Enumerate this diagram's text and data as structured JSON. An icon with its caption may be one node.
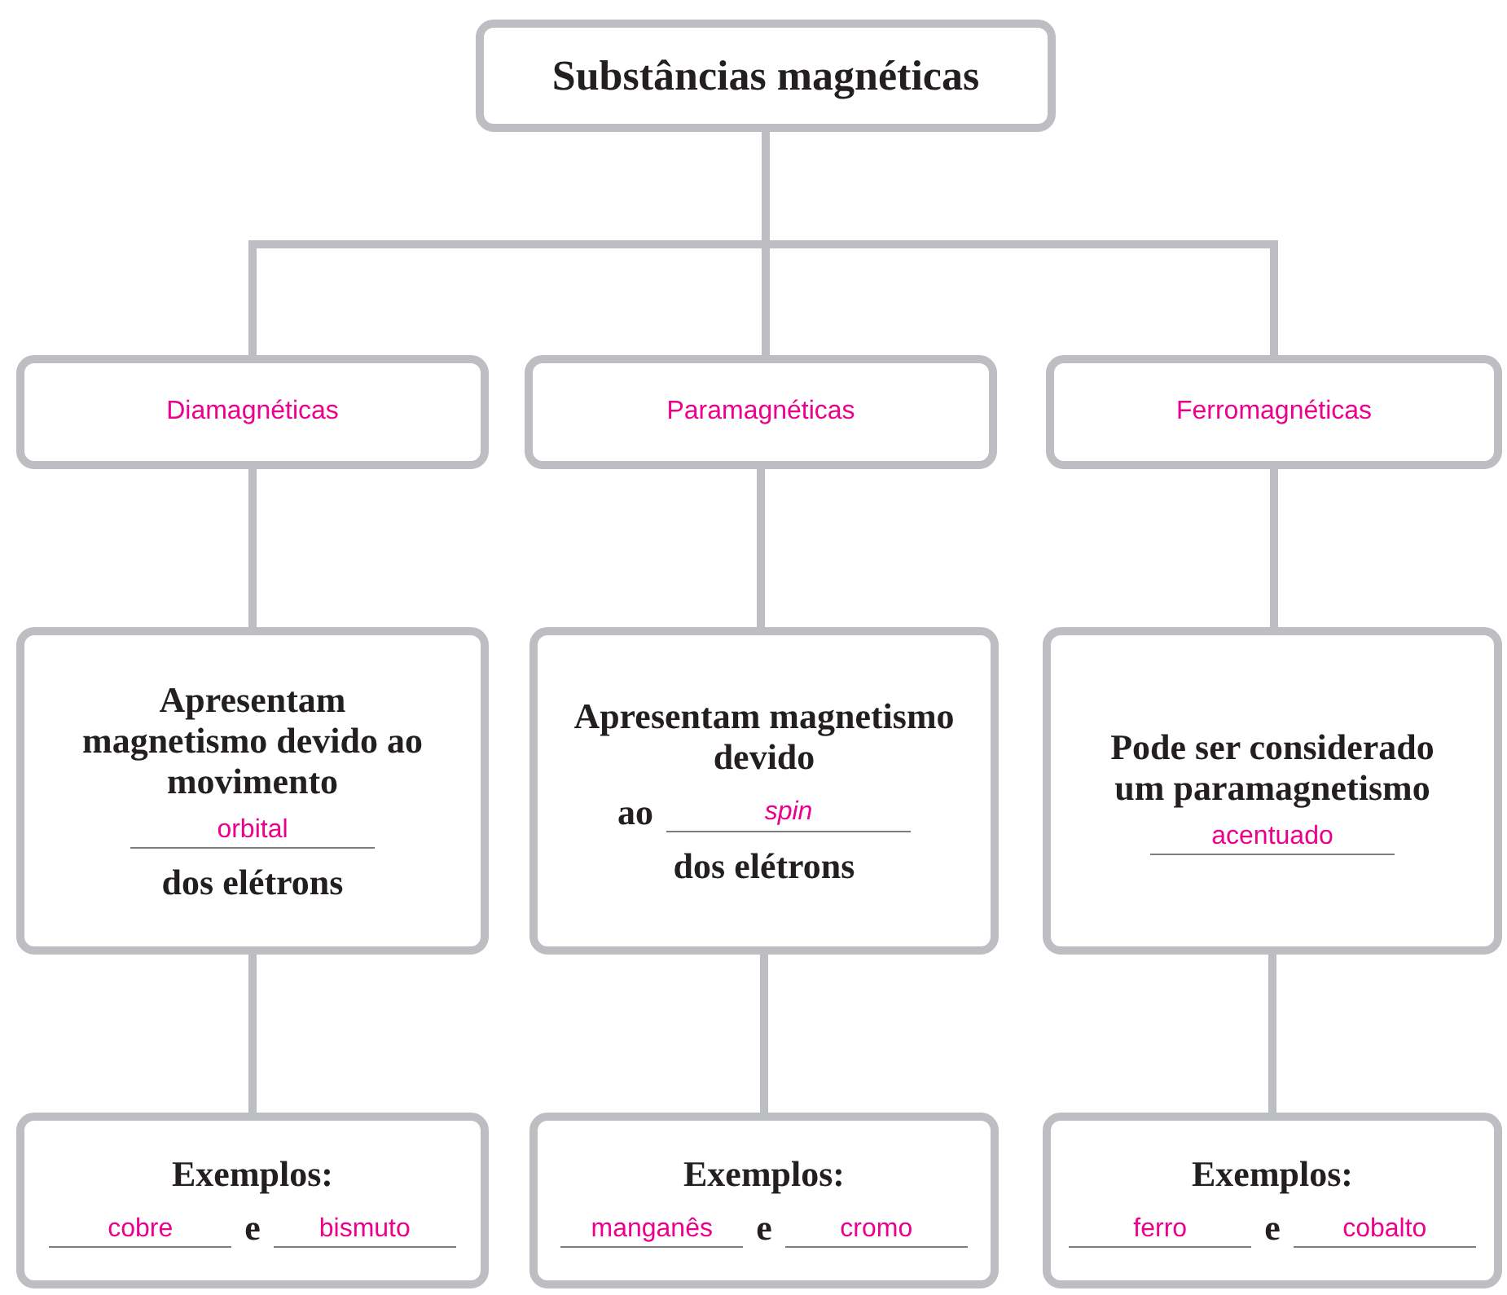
{
  "diagram": {
    "nodes": [
      {
        "text": [
          "Substâncias magnéticas"
        ]
      },
      {
        "text": [
          "Diamagnéticas"
        ]
      },
      {
        "text": [
          "Paramagnéticas"
        ]
      },
      {
        "text": [
          "Ferromagnéticas"
        ]
      },
      {
        "text": [
          "Apresentam magnetismo devido ao movimento",
          "orbital",
          "dos elétrons"
        ]
      },
      {
        "text": [
          "Apresentam magnetismo devido",
          "ao",
          "*spin*",
          "dos elétrons"
        ]
      },
      {
        "text": [
          "Pode ser considerado um paramagnetismo",
          "acentuado"
        ]
      },
      {
        "text": [
          "Exemplos:",
          "cobre",
          "e",
          "bismuto"
        ]
      },
      {
        "text": [
          "Exemplos:",
          "manganês",
          "e",
          "cromo"
        ]
      },
      {
        "text": [
          "Exemplos:",
          "ferro",
          "e",
          "cobalto"
        ]
      }
    ],
    "edges": [
      {
        "from": 0,
        "to": 1,
        "arrow": "none"
      },
      {
        "from": 0,
        "to": 2,
        "arrow": "none"
      },
      {
        "from": 0,
        "to": 3,
        "arrow": "none"
      },
      {
        "from": 1,
        "to": 4,
        "arrow": "none"
      },
      {
        "from": 2,
        "to": 5,
        "arrow": "none"
      },
      {
        "from": 3,
        "to": 6,
        "arrow": "none"
      },
      {
        "from": 4,
        "to": 7,
        "arrow": "none"
      },
      {
        "from": 5,
        "to": 8,
        "arrow": "none"
      },
      {
        "from": 6,
        "to": 9,
        "arrow": "none"
      }
    ]
  }
}
